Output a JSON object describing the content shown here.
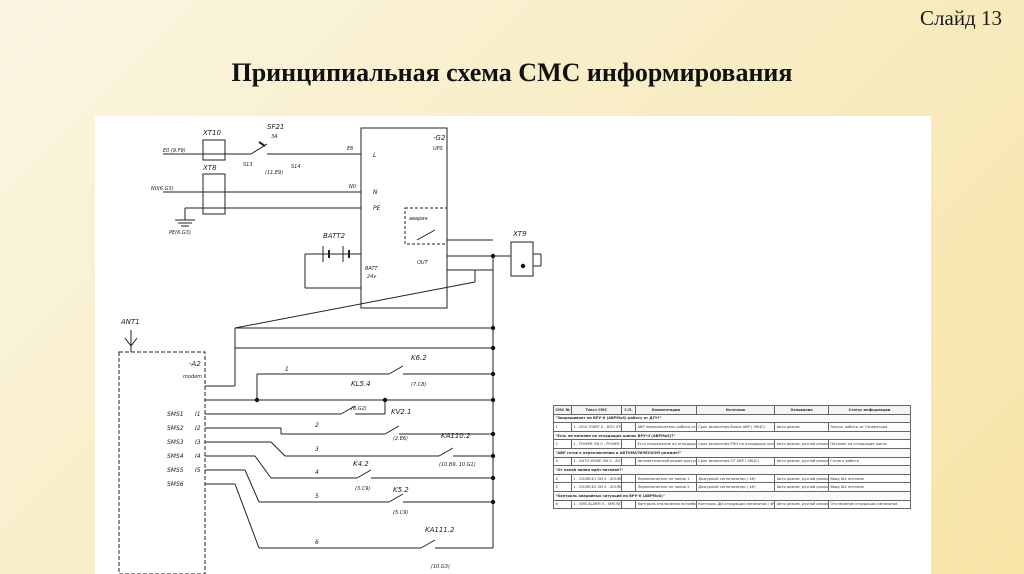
{
  "slide": {
    "number_label": "Слайд 13"
  },
  "title": "Принципиальная схема СМС информирования",
  "labels": {
    "xt10": "XT10",
    "xt8": "XT8",
    "xt9": "XT9",
    "sf21": "SF21",
    "sf21_rating": "3А",
    "sf21_ref": "(11.Е9)",
    "s13": "S13",
    "s14": "S14",
    "e0": "Е0 (9.F9)",
    "e6": "Е6",
    "n06": "N0(6.G3)",
    "n0": "N0",
    "pe": "PE(6.G3)",
    "g2": "-G2",
    "ups": "UPS",
    "l": "L",
    "n": "N",
    "pe_term": "PE",
    "batt2": "BATT2",
    "batt": "BATT",
    "batt_v": "24v",
    "avaria": "авария",
    "out": "OUT",
    "ant1": "ANT1",
    "a2": "-A2",
    "modem": "modem",
    "k62": "K6.2",
    "k62_ref": "(7.С8)",
    "kl54": "KL5.4",
    "kl54_ref": "(8.G2)",
    "kv21": "KV2.1",
    "kv21_ref": "(2.Е6)",
    "ka1102": "KA110.2",
    "ka1102_ref": "(10.В9, 10.G1)",
    "k42": "K4.2",
    "k42_ref": "(3.С9)",
    "k52": "K5.2",
    "k52_ref": "(5.С9)",
    "ka1112": "KA111.2",
    "ka1112_ref": "(10.G3)",
    "sms1": "SMS1",
    "sms2": "SMS2",
    "sms3": "SMS3",
    "sms4": "SMS4",
    "sms5": "SMS5",
    "sms6": "SMS6",
    "i1": "I1",
    "i2": "I2",
    "i3": "I3",
    "i4": "I4",
    "i5": "I5",
    "n1": "1",
    "n2": "2",
    "n3": "3",
    "n4": "4",
    "n5": "5",
    "n6": "6"
  },
  "table": {
    "headers": [
      "СМС №",
      "Текст СМС",
      "С.П.",
      "Комментарии",
      "Источник",
      "Основание",
      "Статус информации"
    ],
    "rows": [
      {
        "section": "\"Запрашивает ли ВРУ-II (АВРМоS) работу от ДГУ?\""
      },
      {
        "cells": [
          "1",
          "1 - DGU START 0 - DGU STOP",
          "",
          "АВР переключатель работы от генератора",
          "Срок включения блока АВР ( 4КЦС)",
          "Авто режим",
          "Запуск работы от Генератора"
        ]
      },
      {
        "section": "\"Есть ли питание на отходящих шинах ВРУ-II (АВРМоS)?\""
      },
      {
        "cells": [
          "2",
          "1 - POWER ON 0 - POWER OFF",
          "",
          "Есть напряжение на отходящих шинах",
          "Срок включения РПН на отходящих шинах ( 4КС)",
          "Авто режим, ручной режим",
          "Питание на отходящие шины"
        ]
      },
      {
        "section": "\"АВР готов к переключению в АВТОМАТИЧЕСКОМ режиме?\""
      },
      {
        "cells": [
          "3",
          "1 - AUTO MODE ON 0 - AUTO MODE OFF",
          "",
          "Автоматический режим доступен",
          "Срок включения ОТ АВР ( 4КЦС)",
          "Авто режим, ручной режим",
          "Готов к работе"
        ]
      },
      {
        "section": "\"От какой линии идёт питание?\""
      },
      {
        "cells": [
          "4",
          "1 - SOURCE1 ON 0 - SOURCE1 OFF",
          "",
          "Переключатель на линии 1",
          "Дежурный сигнализатор ( 4К)",
          "Авто режим, ручной режим",
          "Ввод №1 питание"
        ]
      },
      {
        "cells": [
          "5",
          "1 - SOURCE2 ON 0 - SOURCE2 OFF",
          "",
          "Переключатель на линии 2",
          "Дежурный сигнализатор ( 4К)",
          "Авто режим, ручной режим",
          "Ввод №2 питание"
        ]
      },
      {
        "section": "\"Контроль аварийных ситуаций на ВРУ-II (АВРМоS)\""
      },
      {
        "cells": [
          "6",
          "1 - SMS ALARM 0 - SMS NORMAL",
          "",
          "Контроль отключения потребителей",
          "Контроль ДИ отходящих автоматов ( 4КЦС)",
          "Авто режим, ручной режим",
          "Отключение отходящих автоматов"
        ]
      }
    ]
  }
}
